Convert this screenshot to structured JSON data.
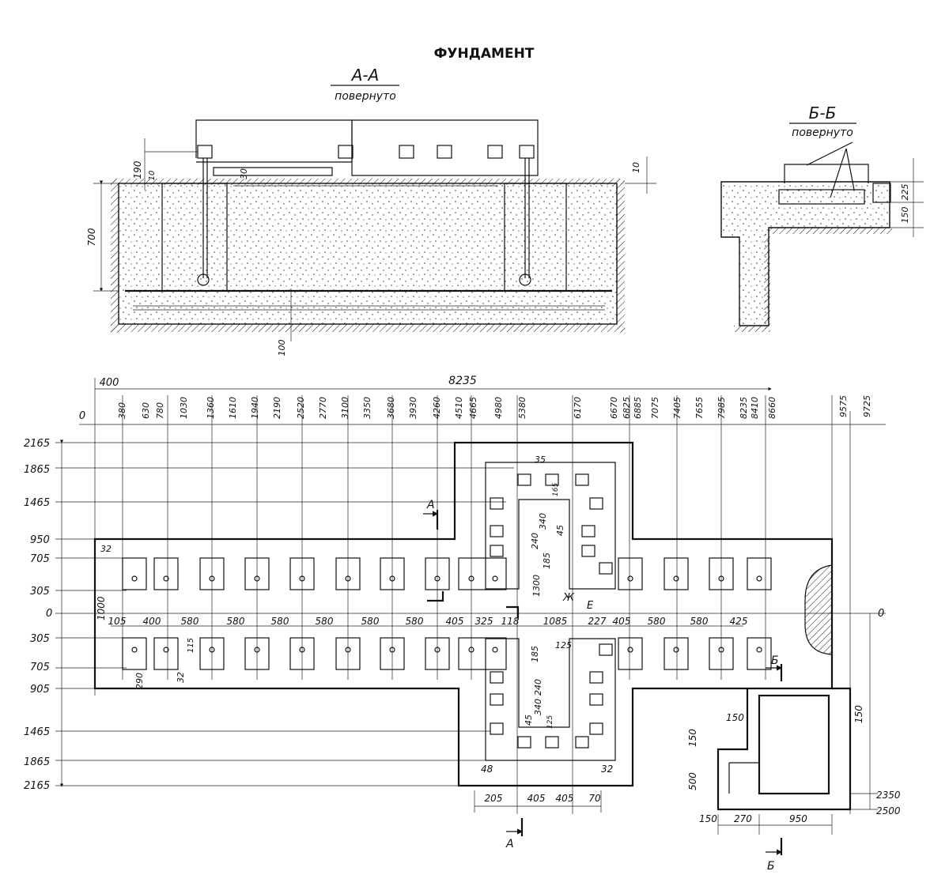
{
  "title": "ФУНДАМЕНТ",
  "section_aa": {
    "label": "А-А",
    "note": "повернуто",
    "dims": [
      "190",
      "10",
      "30",
      "10",
      "700",
      "100"
    ]
  },
  "section_bb": {
    "label": "Б-Б",
    "note": "повернуто",
    "dims": [
      "225",
      "150"
    ]
  },
  "plan": {
    "top_total": "8235",
    "left_offset": "400",
    "origin": "0",
    "x_marks": [
      "380",
      "630",
      "780",
      "1030",
      "1360",
      "1610",
      "1940",
      "2190",
      "2520",
      "2770",
      "3100",
      "3350",
      "3680",
      "3930",
      "4260",
      "4510",
      "4665",
      "4980",
      "5380",
      "6170",
      "6670",
      "6825",
      "6885",
      "7075",
      "7405",
      "7655",
      "7985",
      "8235",
      "8410",
      "8660",
      "9575",
      "9725"
    ],
    "y_marks": [
      "2165",
      "1865",
      "1465",
      "950",
      "705",
      "305",
      "0",
      "305",
      "705",
      "905",
      "1465",
      "1865",
      "2165"
    ],
    "bottom_row_dims": [
      "105",
      "400",
      "580",
      "580",
      "580",
      "580",
      "580",
      "580",
      "405",
      "325",
      "118",
      "1085",
      "227",
      "405",
      "580",
      "580",
      "425"
    ],
    "inner_dims": [
      "35",
      "165",
      "45",
      "340",
      "240",
      "185",
      "1300",
      "185",
      "125",
      "240",
      "340",
      "45",
      "125",
      "48",
      "32",
      "32",
      "32",
      "115",
      "290",
      "1000"
    ],
    "base_dims": [
      "205",
      "405",
      "405",
      "70"
    ],
    "pit_dims": [
      "150",
      "150",
      "500",
      "150",
      "270",
      "950",
      "150",
      "2350",
      "2500"
    ],
    "right_origin": "0",
    "axis_labels": [
      "Ж",
      "Е"
    ],
    "cut_labels": [
      "А",
      "А",
      "Б",
      "Б"
    ]
  }
}
